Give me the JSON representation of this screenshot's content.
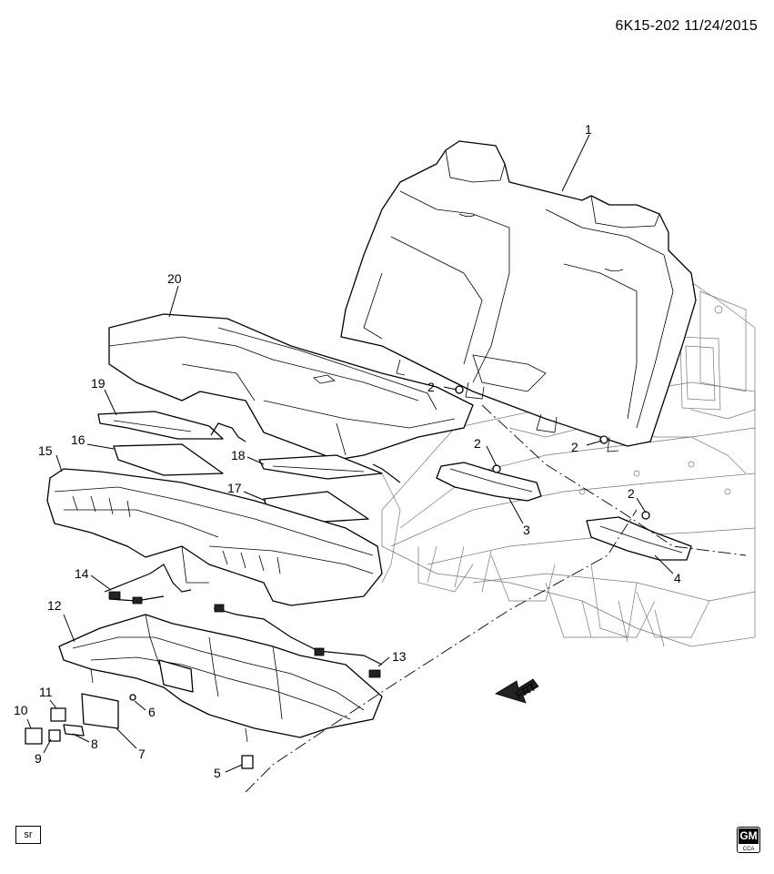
{
  "header": {
    "diagram_id": "6K15-202 11/24/2015"
  },
  "footer": {
    "sr_tag": "sr",
    "logo_text": "GM",
    "logo_subtext": "CCA"
  },
  "callouts": [
    "1",
    "2",
    "2",
    "2",
    "2",
    "3",
    "4",
    "5",
    "6",
    "7",
    "8",
    "9",
    "10",
    "11",
    "12",
    "13",
    "14",
    "15",
    "16",
    "17",
    "18",
    "19",
    "20"
  ],
  "direction_label": "FRT"
}
